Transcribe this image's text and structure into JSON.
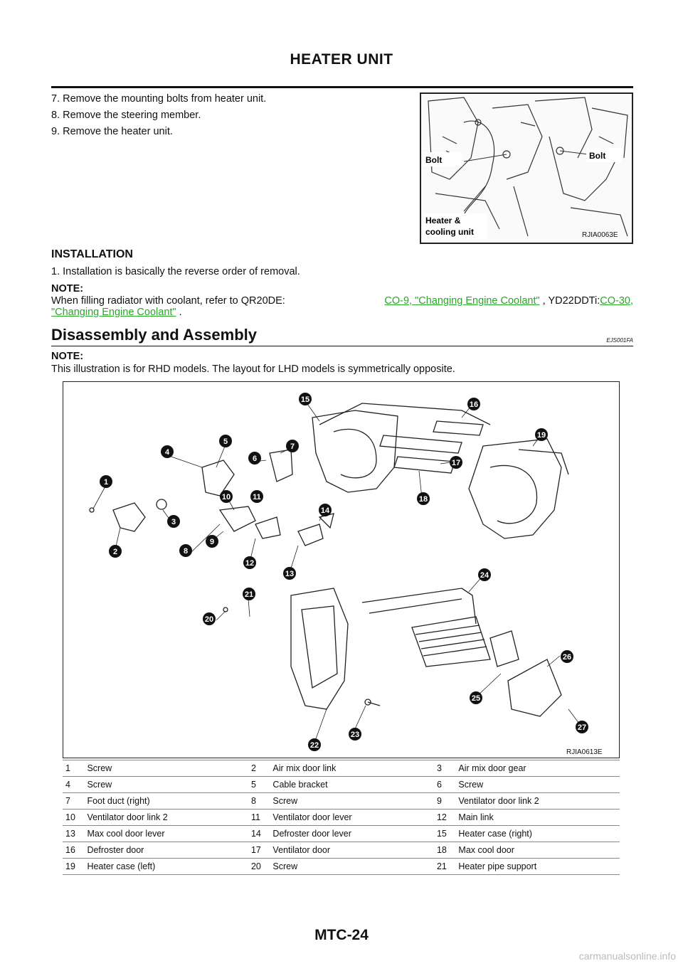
{
  "header": {
    "title": "HEATER UNIT"
  },
  "steps": [
    "7.  Remove the mounting bolts from heater unit.",
    "8.  Remove the steering member.",
    "9.  Remove the heater unit."
  ],
  "figure1": {
    "labels": {
      "bolt_left": "Bolt",
      "bolt_right": "Bolt",
      "unit_line1": "Heater &",
      "unit_line2": "cooling unit"
    },
    "code": "RJIA0063E"
  },
  "installation": {
    "heading": "INSTALLATION",
    "step": "1.  Installation is basically the reverse order of removal.",
    "note_label": "NOTE:",
    "note_text_a": "When filling radiator with coolant, refer to QR20DE:",
    "note_link_a": "CO-9, \"Changing Engine Coolant\"",
    "note_text_b": " , YD22DDTi:",
    "note_link_b1": "CO-30,",
    "note_link_b2": "\"Changing Engine Coolant\"",
    "note_text_c": " ."
  },
  "disassembly": {
    "heading": "Disassembly and Assembly",
    "code": "EJS001FA",
    "note_label": "NOTE:",
    "note_text": "This illustration is for RHD models. The layout for LHD models is symmetrically opposite."
  },
  "figure2": {
    "code": "RJIA0613E",
    "callouts": [
      "1",
      "2",
      "3",
      "4",
      "5",
      "6",
      "7",
      "8",
      "9",
      "10",
      "11",
      "12",
      "13",
      "14",
      "15",
      "16",
      "17",
      "18",
      "19",
      "20",
      "21",
      "22",
      "23",
      "24",
      "25",
      "26",
      "27"
    ]
  },
  "legend": [
    [
      {
        "n": "1",
        "label": "Screw"
      },
      {
        "n": "2",
        "label": "Air mix door link"
      },
      {
        "n": "3",
        "label": "Air mix door gear"
      }
    ],
    [
      {
        "n": "4",
        "label": "Screw"
      },
      {
        "n": "5",
        "label": "Cable bracket"
      },
      {
        "n": "6",
        "label": "Screw"
      }
    ],
    [
      {
        "n": "7",
        "label": "Foot duct (right)"
      },
      {
        "n": "8",
        "label": "Screw"
      },
      {
        "n": "9",
        "label": "Ventilator door link 2"
      }
    ],
    [
      {
        "n": "10",
        "label": "Ventilator door link 2"
      },
      {
        "n": "11",
        "label": "Ventilator door lever"
      },
      {
        "n": "12",
        "label": "Main link"
      }
    ],
    [
      {
        "n": "13",
        "label": "Max cool door lever"
      },
      {
        "n": "14",
        "label": "Defroster door lever"
      },
      {
        "n": "15",
        "label": "Heater case (right)"
      }
    ],
    [
      {
        "n": "16",
        "label": "Defroster door"
      },
      {
        "n": "17",
        "label": "Ventilator door"
      },
      {
        "n": "18",
        "label": "Max cool door"
      }
    ],
    [
      {
        "n": "19",
        "label": "Heater case (left)"
      },
      {
        "n": "20",
        "label": "Screw"
      },
      {
        "n": "21",
        "label": "Heater pipe support"
      }
    ]
  ],
  "footer": {
    "page": "MTC-24"
  },
  "watermark": "carmanualsonline.info"
}
